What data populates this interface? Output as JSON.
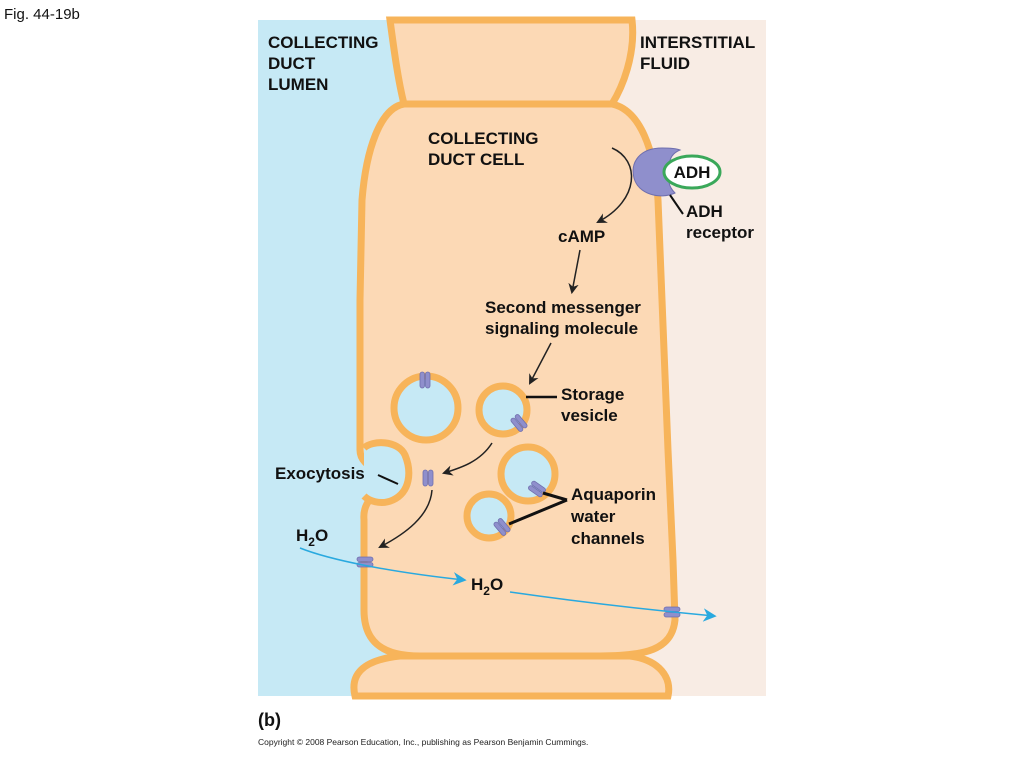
{
  "figure_label": "Fig. 44-19b",
  "panel_label": "(b)",
  "copyright": "Copyright © 2008 Pearson Education, Inc., publishing as Pearson Benjamin Cummings.",
  "labels": {
    "lumen": [
      "COLLECTING",
      "DUCT",
      "LUMEN"
    ],
    "interstitial": [
      "INTERSTITIAL",
      "FLUID"
    ],
    "cell": [
      "COLLECTING",
      "DUCT CELL"
    ],
    "adh": "ADH",
    "adh_receptor": [
      "ADH",
      "receptor"
    ],
    "camp": "cAMP",
    "second_messenger": [
      "Second messenger",
      "signaling molecule"
    ],
    "storage_vesicle": [
      "Storage",
      "vesicle"
    ],
    "exocytosis": "Exocytosis",
    "aquaporin": [
      "Aquaporin",
      "water",
      "channels"
    ],
    "h2o_lumen": {
      "base": "H",
      "sub": "2",
      "end": "O"
    },
    "h2o_cell": {
      "base": "H",
      "sub": "2",
      "end": "O"
    }
  },
  "colors": {
    "lumen": "#c6e9f5",
    "interstitial": "#f8ece4",
    "cell": "#fcd9b5",
    "membrane": "#f7b45a",
    "aquaporin": "#8f8fcc",
    "adh_ring": "#3aa85a",
    "water_arrow": "#29a9df"
  }
}
